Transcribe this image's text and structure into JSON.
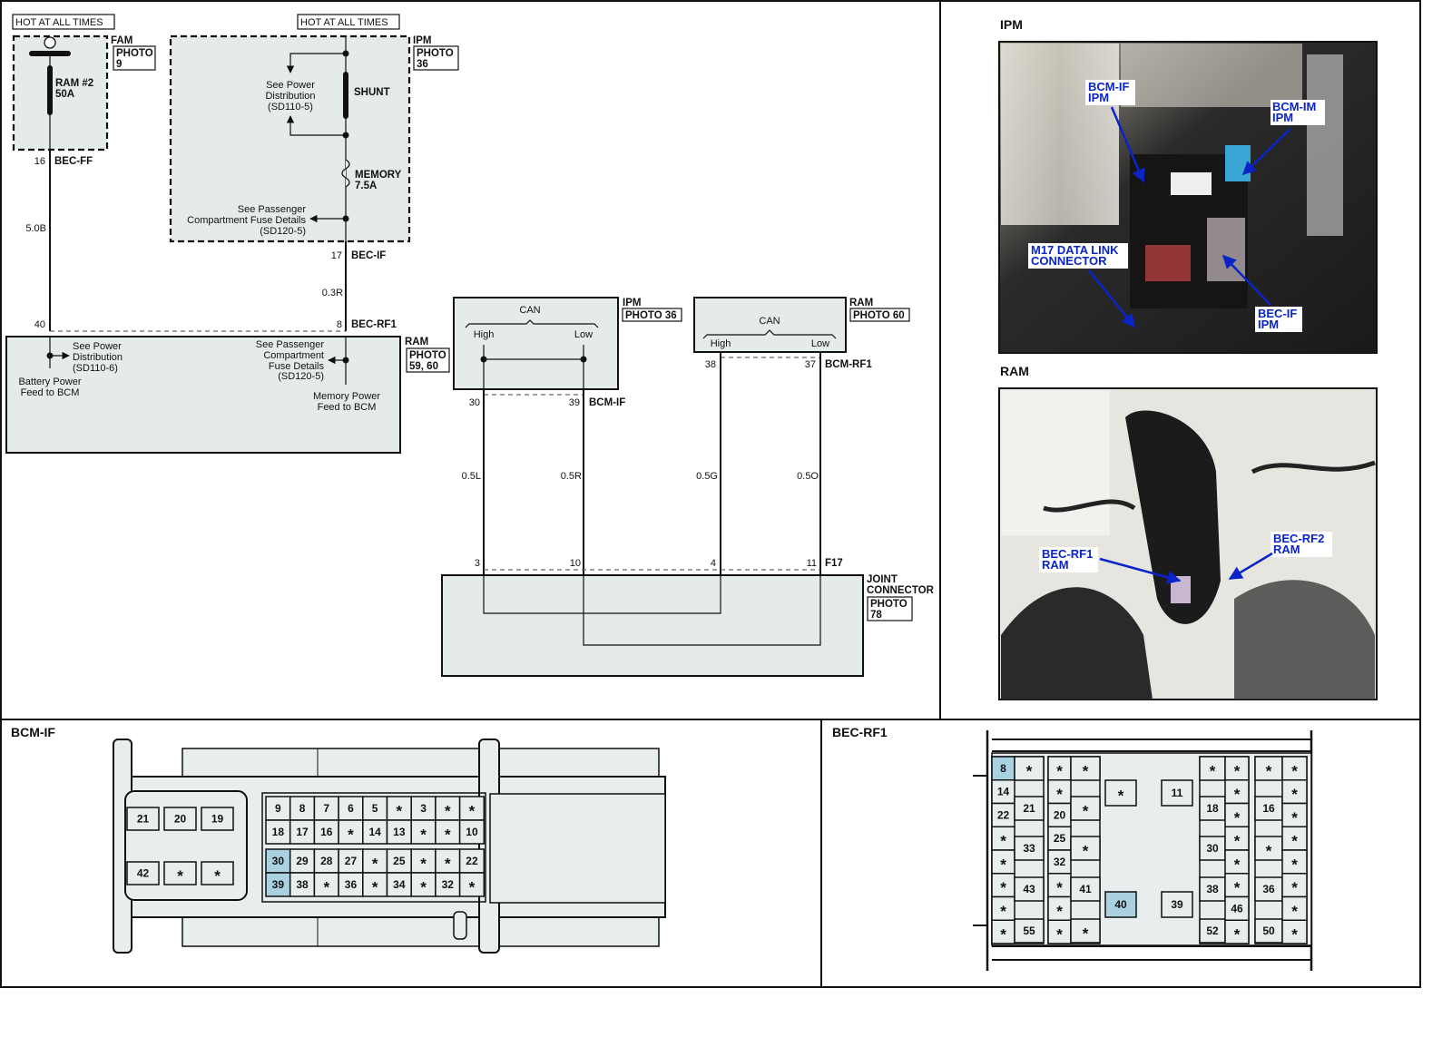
{
  "hot_label": "HOT AT ALL TIMES",
  "fam": {
    "name": "FAM",
    "photo": "PHOTO",
    "photo_num": "9",
    "fuse_name": "RAM #2",
    "fuse_rating": "50A",
    "pin": "16",
    "connector": "BEC-FF",
    "wire": "5.0B"
  },
  "ipm_box": {
    "name": "IPM",
    "photo": "PHOTO",
    "photo_num": "36",
    "shunt": "SHUNT",
    "fuse_name": "MEMORY",
    "fuse_rating": "7.5A",
    "see_power": [
      "See Power",
      "Distribution",
      "(SD110-5)"
    ],
    "see_passenger": [
      "See Passenger",
      "Compartment Fuse Details",
      "(SD120-5)"
    ],
    "pin": "17",
    "connector": "BEC-IF",
    "wire": "0.3R"
  },
  "ram_box": {
    "name": "RAM",
    "photo": "PHOTO",
    "photo_num": "59, 60",
    "pin_left": "40",
    "pin_right": "8",
    "connector": "BEC-RF1",
    "see_power": [
      "See Power",
      "Distribution",
      "(SD110-6)"
    ],
    "battery_feed": [
      "Battery Power",
      "Feed to BCM"
    ],
    "see_passenger": [
      "See Passenger",
      "Compartment",
      "Fuse Details",
      "(SD120-5)"
    ],
    "memory_feed": [
      "Memory Power",
      "Feed to BCM"
    ]
  },
  "can_ipm": {
    "name": "IPM",
    "photo": "PHOTO 36",
    "can": "CAN",
    "high": "High",
    "low": "Low",
    "pin_high": "30",
    "pin_low": "39",
    "connector": "BCM-IF",
    "wire_high": "0.5L",
    "wire_low": "0.5R"
  },
  "can_ram": {
    "name": "RAM",
    "photo": "PHOTO 60",
    "can": "CAN",
    "high": "High",
    "low": "Low",
    "pin_high": "38",
    "pin_low": "37",
    "connector": "BCM-RF1",
    "wire_high": "0.5G",
    "wire_low": "0.5O"
  },
  "joint": {
    "name": [
      "JOINT",
      "CONNECTOR"
    ],
    "photo": "PHOTO",
    "photo_num": "78",
    "pins": [
      "3",
      "10",
      "4",
      "11"
    ],
    "connector": "F17"
  },
  "photos": {
    "ipm": {
      "title": "IPM",
      "callouts": [
        [
          "BCM-IF",
          "IPM"
        ],
        [
          "BCM-IM",
          "IPM"
        ],
        [
          "M17 DATA LINK",
          "CONNECTOR"
        ],
        [
          "BEC-IF",
          "IPM"
        ]
      ]
    },
    "ram": {
      "title": "RAM",
      "callouts": [
        [
          "BEC-RF1",
          "RAM"
        ],
        [
          "BEC-RF2",
          "RAM"
        ]
      ]
    }
  },
  "bcm_if_view": {
    "title": "BCM-IF",
    "left_rows": [
      [
        "21",
        "20",
        "19"
      ],
      [
        "42",
        "*",
        "*"
      ]
    ],
    "rows": [
      [
        "9",
        "8",
        "7",
        "6",
        "5",
        "*",
        "3",
        "*",
        "*"
      ],
      [
        "18",
        "17",
        "16",
        "*",
        "14",
        "13",
        "*",
        "*",
        "10"
      ],
      [
        "30",
        "29",
        "28",
        "27",
        "*",
        "25",
        "*",
        "*",
        "22"
      ],
      [
        "39",
        "38",
        "*",
        "36",
        "*",
        "34",
        "*",
        "32",
        "*"
      ]
    ],
    "highlighted": [
      "30",
      "39"
    ]
  },
  "bec_rf1_view": {
    "title": "BEC-RF1",
    "col_a": [
      "8",
      "14",
      "22",
      "*",
      "*",
      "*",
      "*",
      "*"
    ],
    "col_b": [
      "*",
      "21",
      "33",
      "43",
      "55"
    ],
    "col_c": [
      "*",
      "*",
      "20",
      "25",
      "32",
      "*",
      "*",
      "*"
    ],
    "col_d": [
      "*",
      "*",
      "*",
      "41",
      "*"
    ],
    "center": [
      "*",
      "11",
      "40",
      "39"
    ],
    "col_e": [
      "*",
      "18",
      "30",
      "38",
      "52"
    ],
    "col_f": [
      "*",
      "*",
      "*",
      "*",
      "*",
      "*",
      "46",
      "*"
    ],
    "col_g": [
      "*",
      "16",
      "*",
      "36",
      "50"
    ],
    "col_h": [
      "*",
      "*",
      "*",
      "*",
      "*",
      "*",
      "*",
      "*"
    ],
    "highlighted": [
      "8",
      "40"
    ]
  },
  "colors": {
    "module_fill": "#e5ebeb",
    "highlight": "#a9d1e0",
    "callout": "#0a24c8"
  }
}
